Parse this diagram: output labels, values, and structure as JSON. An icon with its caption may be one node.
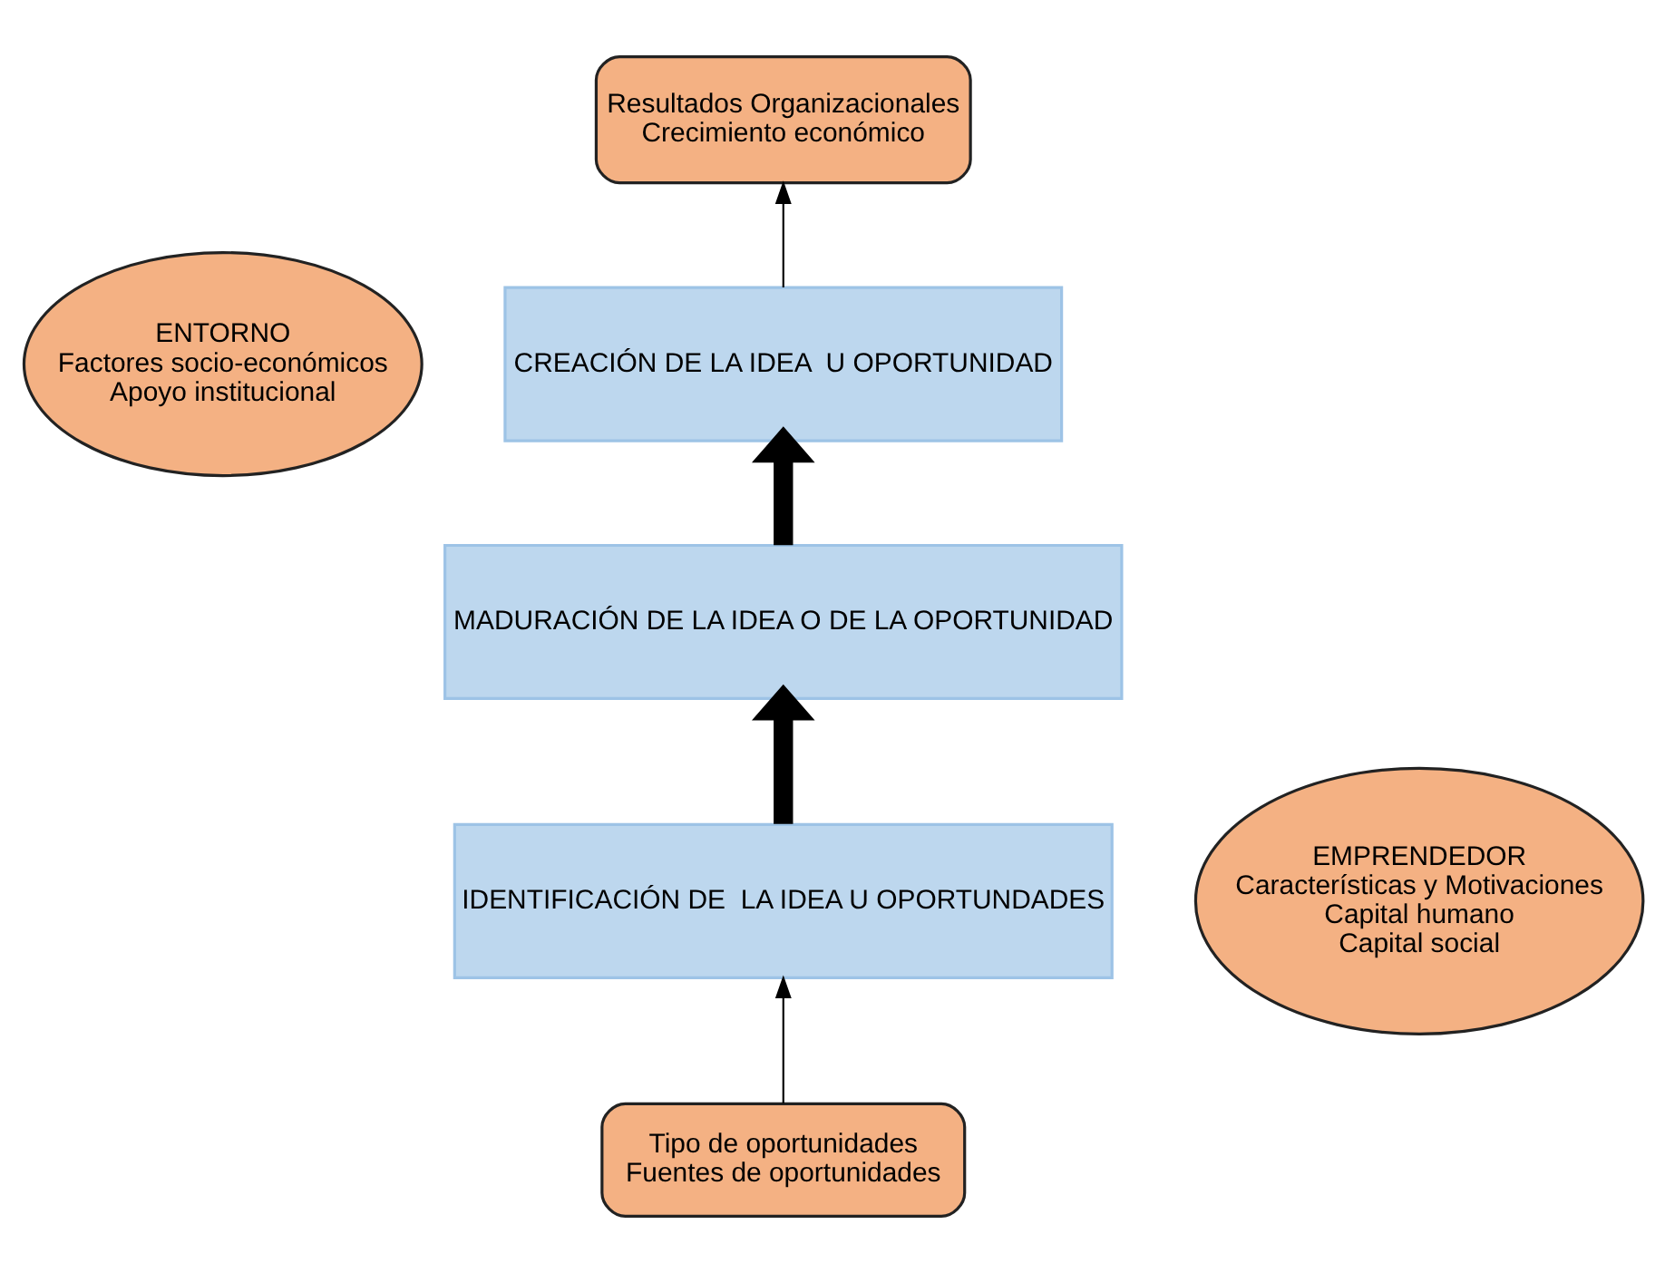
{
  "diagram": {
    "nodes": [
      {
        "text": [
          "ENTORNO",
          "Factores socio-económicos",
          "Apoyo institucional"
        ]
      },
      {
        "text": [
          "Resultados Organizacionales",
          "Crecimiento económico"
        ]
      },
      {
        "text": [
          "CREACIÓN DE LA IDEA  U OPORTUNIDAD"
        ]
      },
      {
        "text": [
          "MADURACIÓN DE LA IDEA O DE LA OPORTUNIDAD"
        ]
      },
      {
        "text": [
          "IDENTIFICACIÓN DE  LA IDEA U OPORTUNDADES"
        ]
      },
      {
        "text": [
          "EMPRENDEDOR",
          "Características y Motivaciones",
          "Capital humano",
          "Capital social"
        ]
      },
      {
        "text": [
          "Tipo de oportunidades",
          "Fuentes de oportunidades"
        ]
      }
    ],
    "edges": [
      {
        "from": 6,
        "to": 4,
        "arrow": "to"
      },
      {
        "from": 4,
        "to": 3,
        "arrow": "to",
        "style": "thick"
      },
      {
        "from": 3,
        "to": 2,
        "arrow": "to",
        "style": "thick"
      },
      {
        "from": 2,
        "to": 1,
        "arrow": "to"
      }
    ]
  }
}
